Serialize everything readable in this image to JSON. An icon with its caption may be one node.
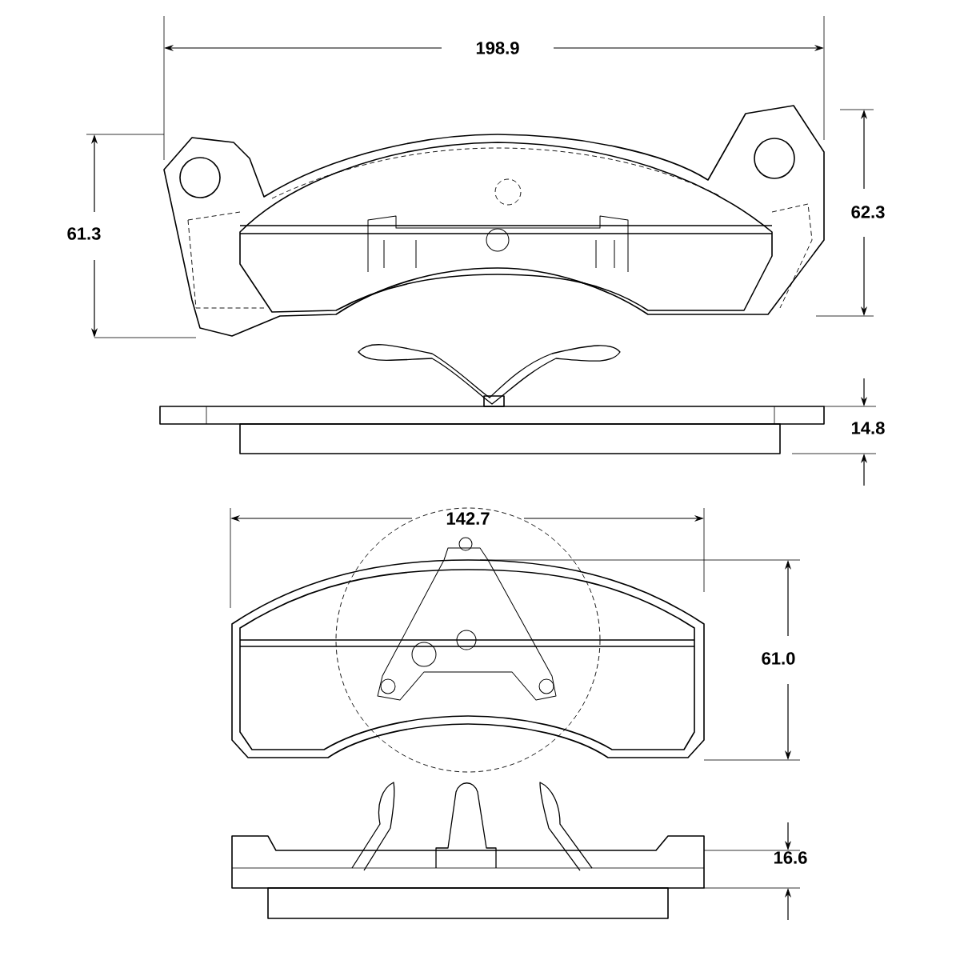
{
  "diagram": {
    "labels": [
      "198.9",
      "61.3",
      "62.3",
      "14.8",
      "142.7",
      "61.0",
      "16.6"
    ]
  }
}
